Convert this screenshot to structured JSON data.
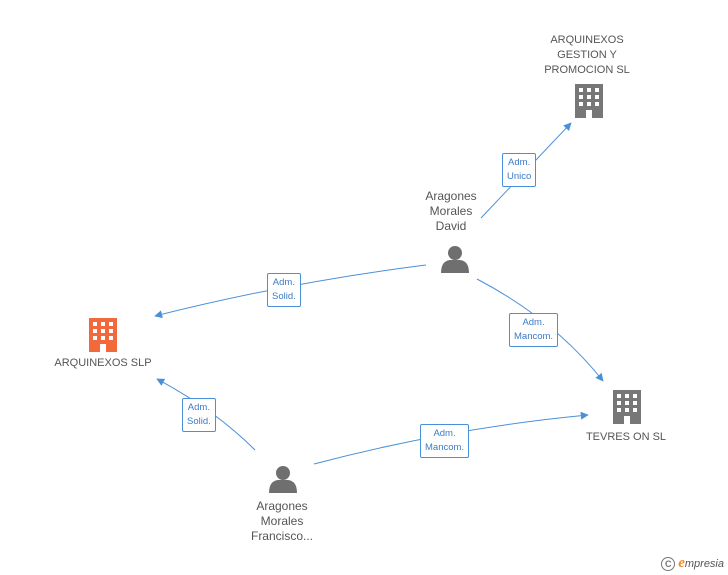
{
  "colors": {
    "edge": "#4a90d9",
    "company": "#777777",
    "company_highlight": "#f26a3c",
    "person": "#6f6f6f"
  },
  "nodes": {
    "arquinexos_gestion": {
      "lines": [
        "ARQUINEXOS",
        "GESTION Y",
        "PROMOCION SL"
      ],
      "icon": "building-icon"
    },
    "aragones_david": {
      "lines": [
        "Aragones",
        "Morales",
        "David"
      ],
      "icon": "person-icon"
    },
    "arquinexos_slp": {
      "lines": [
        "ARQUINEXOS SLP"
      ],
      "icon": "building-icon"
    },
    "tevres_on": {
      "lines": [
        "TEVRES ON SL"
      ],
      "icon": "building-icon"
    },
    "aragones_francisco": {
      "lines": [
        "Aragones",
        "Morales",
        "Francisco..."
      ],
      "icon": "person-icon"
    }
  },
  "edges": [
    {
      "from": "aragones_david",
      "to": "arquinexos_gestion",
      "label": [
        "Adm.",
        "Unico"
      ]
    },
    {
      "from": "aragones_david",
      "to": "arquinexos_slp",
      "label": [
        "Adm.",
        "Solid."
      ]
    },
    {
      "from": "aragones_david",
      "to": "tevres_on",
      "label": [
        "Adm.",
        "Mancom."
      ]
    },
    {
      "from": "aragones_francisco",
      "to": "arquinexos_slp",
      "label": [
        "Adm.",
        "Solid."
      ]
    },
    {
      "from": "aragones_francisco",
      "to": "tevres_on",
      "label": [
        "Adm.",
        "Mancom."
      ]
    }
  ],
  "brand": {
    "copyright": "C",
    "logo_initial": "e",
    "logo_rest": "mpresia"
  }
}
